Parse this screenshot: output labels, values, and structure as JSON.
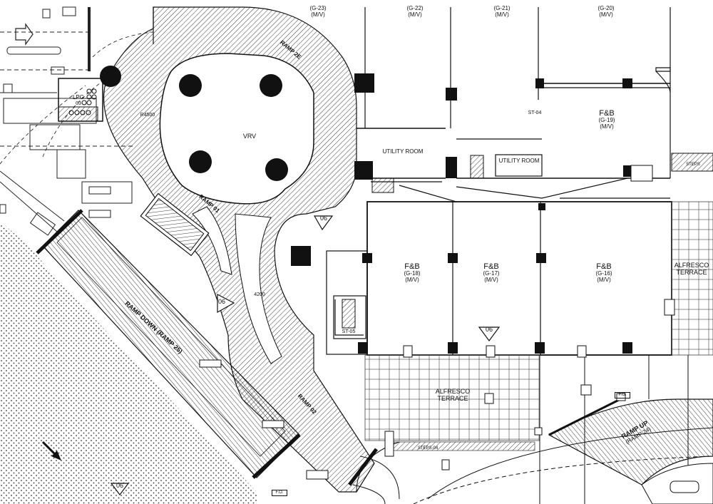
{
  "units": {
    "g23": {
      "code": "(G-23)",
      "type": "(M/V)"
    },
    "g22": {
      "code": "(G-22)",
      "type": "(M/V)"
    },
    "g21": {
      "code": "(G-21)",
      "type": "(M/V)"
    },
    "g20": {
      "code": "(G-20)",
      "type": "(M/V)"
    },
    "g19": {
      "name": "F&B",
      "code": "(G-19)",
      "type": "(M/V)"
    },
    "g18": {
      "name": "F&B",
      "code": "(G-18)",
      "type": "(M/V)"
    },
    "g17": {
      "name": "F&B",
      "code": "(G-17)",
      "type": "(M/V)"
    },
    "g16": {
      "name": "F&B",
      "code": "(G-16)",
      "type": "(M/V)"
    }
  },
  "rooms": {
    "vrv": "VRV",
    "utility_1": "UTILITY ROOM",
    "utility_2": "UTILITY ROOM",
    "st04": "ST-04",
    "st05": "ST-05",
    "lpg": "LPG",
    "lpg_no": "03",
    "alfresco_right": "ALFRESCO\nTERRACE",
    "alfresco_center": "ALFRESCO\nTERRACE",
    "steps_right": "STEPS",
    "steps_bottom": "STEPS-04"
  },
  "ramps": {
    "ramp_top": "RAMP 2E",
    "ramp_middle": "RAMP 01",
    "ramp_down": "RAMP DOWN (RAMP 25)",
    "ramp_lower": "RAMP 02",
    "ramp_up": "RAMP UP",
    "ramp_up_sub": "(RAMP 24)",
    "radius_1": "R4500",
    "radius_2": "4200"
  },
  "markers": {
    "m1": "06",
    "m2": "06",
    "m3": "06",
    "m4": "06",
    "fo_1": "F.O.",
    "fo_2": "F.O."
  }
}
